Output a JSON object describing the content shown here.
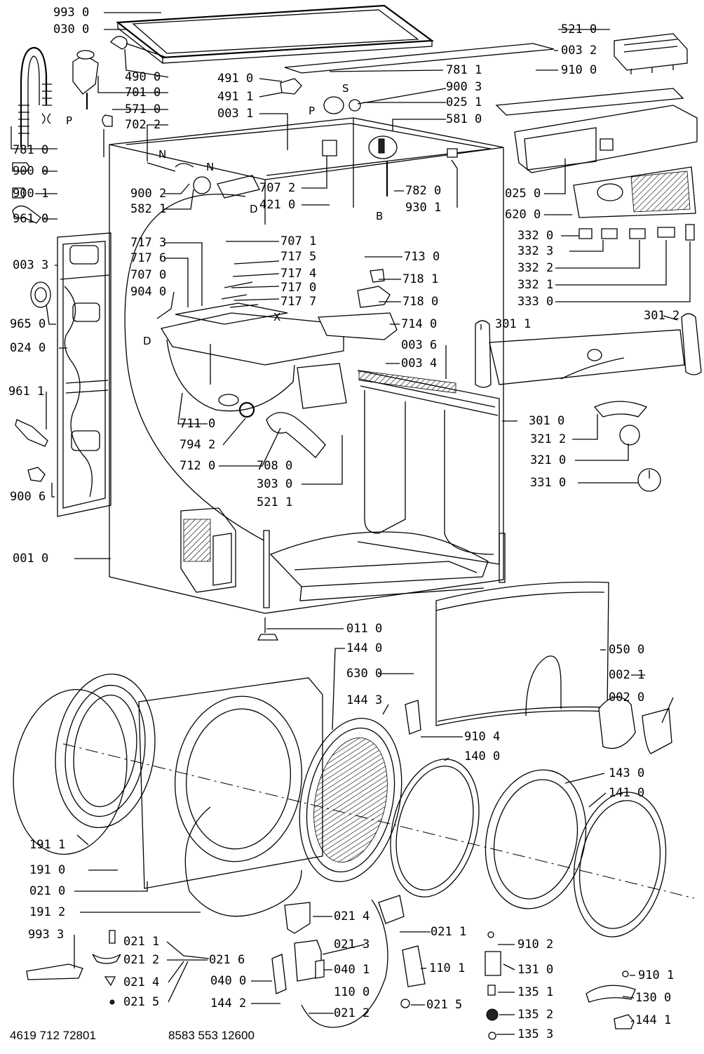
{
  "document_number": "4619 712 72801",
  "part_number": "8583 553 12600",
  "labels": {
    "l993_0": "993 0",
    "l030_0": "030 0",
    "l490_0": "490 0",
    "l701_0": "701 0",
    "l571_0": "571 0",
    "l702_2": "702 2",
    "l781_0": "781 0",
    "l900_0": "900 0",
    "l900_1": "900 1",
    "l961_0": "961 0",
    "l003_3": "003 3",
    "l965_0": "965 0",
    "l024_0": "024 0",
    "l961_1": "961 1",
    "l900_6": "900 6",
    "l001_0": "001 0",
    "l491_0": "491 0",
    "l491_1": "491 1",
    "l003_1": "003 1",
    "l900_2": "900 2",
    "l582_1": "582 1",
    "l717_3": "717 3",
    "l717_6": "717 6",
    "l707_0": "707 0",
    "l904_0": "904 0",
    "l707_2": "707 2",
    "l421_0": "421 0",
    "l707_1": "707 1",
    "l717_5": "717 5",
    "l717_4": "717 4",
    "l717_0": "717 0",
    "l717_7": "717 7",
    "l711_0": "711 0",
    "l794_2": "794 2",
    "l712_0": "712 0",
    "l708_0": "708 0",
    "l303_0": "303 0",
    "l521_1": "521 1",
    "l011_0": "011 0",
    "l144_0": "144 0",
    "l630_0": "630 0",
    "l144_3": "144 3",
    "l910_4": "910 4",
    "l140_0": "140 0",
    "l781_1": "781 1",
    "l900_3": "900 3",
    "l025_1": "025 1",
    "l581_0": "581 0",
    "l782_0": "782 0",
    "l930_1": "930 1",
    "l713_0": "713 0",
    "l718_1": "718 1",
    "l718_0": "718 0",
    "l714_0": "714 0",
    "l003_6": "003 6",
    "l003_4": "003 4",
    "l521_0": "521 0",
    "l003_2": "003 2",
    "l910_0": "910 0",
    "l025_0": "025 0",
    "l620_0": "620 0",
    "l332_0": "332 0",
    "l332_3": "332 3",
    "l332_2": "332 2",
    "l332_1": "332 1",
    "l333_0": "333 0",
    "l301_1": "301 1",
    "l301_2": "301 2",
    "l301_0": "301 0",
    "l321_2": "321 2",
    "l321_0": "321 0",
    "l331_0": "331 0",
    "l050_0": "050 0",
    "l002_1": "002 1",
    "l002_0": "002 0",
    "l143_0": "143 0",
    "l141_0": "141 0",
    "l191_1": "191 1",
    "l191_0": "191 0",
    "l021_0": "021 0",
    "l191_2": "191 2",
    "l993_3": "993 3",
    "l021_1a": "021 1",
    "l021_2a": "021 2",
    "l021_4a": "021 4",
    "l021_5a": "021 5",
    "l021_6": "021 6",
    "l040_0": "040 0",
    "l144_2": "144 2",
    "l021_4b": "021 4",
    "l021_3": "021 3",
    "l040_1": "040 1",
    "l110_0": "110 0",
    "l021_2b": "021 2",
    "l021_1b": "021 1",
    "l110_1": "110 1",
    "l021_5b": "021 5",
    "l910_2": "910 2",
    "l131_0": "131 0",
    "l135_1": "135 1",
    "l135_2": "135 2",
    "l135_3": "135 3",
    "l910_1": "910 1",
    "l130_0": "130 0",
    "l144_1": "144 1"
  },
  "letters": {
    "p_left": "P",
    "n_left": "N",
    "n_mid": "N",
    "d_top": "D",
    "s": "S",
    "p_mid": "P",
    "b": "B",
    "x": "X",
    "d_left": "D"
  }
}
